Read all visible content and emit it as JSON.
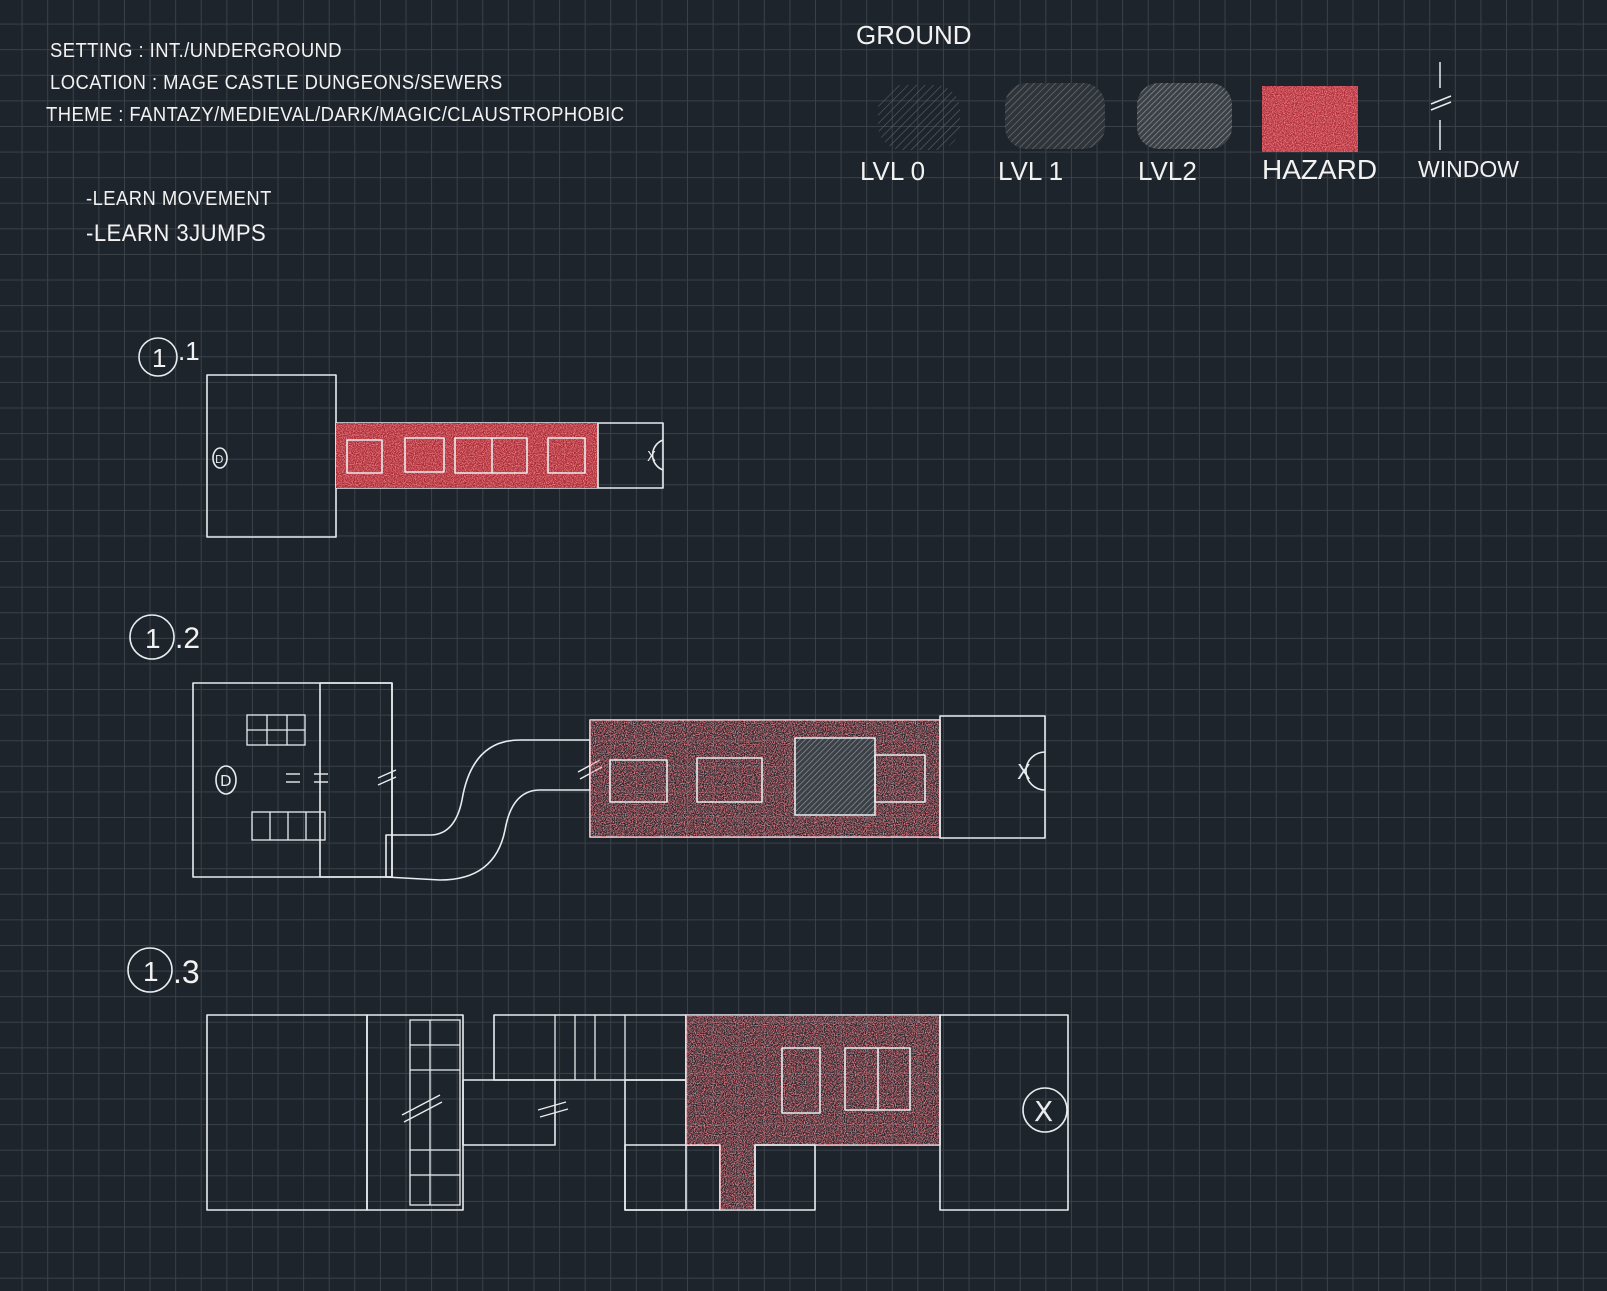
{
  "header": {
    "setting": "SETTING : INT./UNDERGROUND",
    "location": "LOCATION : MAGE CASTLE  DUNGEONS/SEWERS",
    "theme": "THEME : FANTAZY/MEDIEVAL/DARK/MAGIC/CLAUSTROPHOBIC"
  },
  "goals": [
    "-LEARN MOVEMENT",
    "-LEARN 3JUMPS"
  ],
  "legend": {
    "title": "GROUND",
    "items": [
      {
        "label": "LVL 0",
        "icon": "lvl0-swatch"
      },
      {
        "label": "LVL 1",
        "icon": "lvl1-swatch"
      },
      {
        "label": "LVL2",
        "icon": "lvl2-swatch"
      },
      {
        "label": "HAZARD",
        "icon": "hazard-swatch"
      },
      {
        "label": "WINDOW",
        "icon": "window-symbol"
      }
    ]
  },
  "colors": {
    "background": "#1e242b",
    "grid": "#3a4149",
    "hazard": "#c0303a",
    "line": "#e8ecef"
  },
  "sections": [
    {
      "number": "1",
      "suffix": ".1"
    },
    {
      "number": "1",
      "suffix": ".2"
    },
    {
      "number": "1",
      "suffix": ".3"
    }
  ],
  "markers": {
    "start": "D",
    "end": "X"
  }
}
